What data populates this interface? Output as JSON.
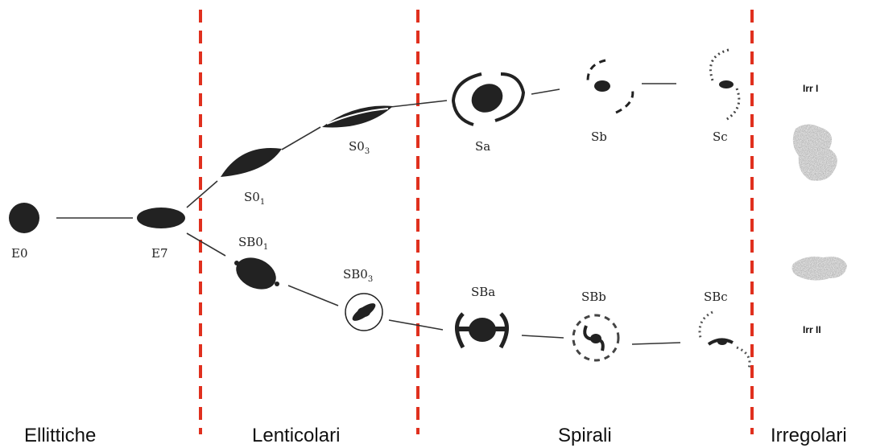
{
  "categories": {
    "ellittiche": "Ellittiche",
    "lenticolari": "Lenticolari",
    "spirali": "Spirali",
    "irregolari": "Irregolari"
  },
  "labels": {
    "E0": "E0",
    "E7": "E7",
    "S0_1_main": "S0",
    "S0_1_sub": "1",
    "S0_3_main": "S0",
    "S0_3_sub": "3",
    "SB0_1_main": "SB0",
    "SB0_1_sub": "1",
    "SB0_3_main": "SB0",
    "SB0_3_sub": "3",
    "Sa": "Sa",
    "Sb": "Sb",
    "Sc": "Sc",
    "SBa": "SBa",
    "SBb": "SBb",
    "SBc": "SBc",
    "IrrI": "Irr I",
    "IrrII": "Irr II"
  },
  "colors": {
    "separator": "#e0301e",
    "galaxy": "#222222",
    "irregular": "#8a8a8a"
  }
}
